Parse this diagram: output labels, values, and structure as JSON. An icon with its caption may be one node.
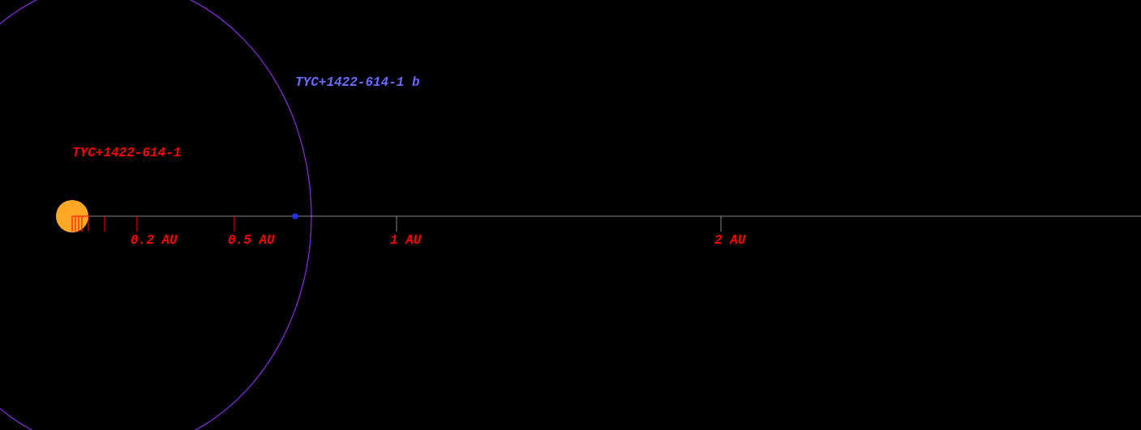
{
  "diagram": {
    "labels": [
      "TYC+1422-614-1 b",
      "TYC+1422-614-1",
      "0.2 AU",
      "0.5 AU",
      "1 AU",
      "2 AU"
    ]
  }
}
